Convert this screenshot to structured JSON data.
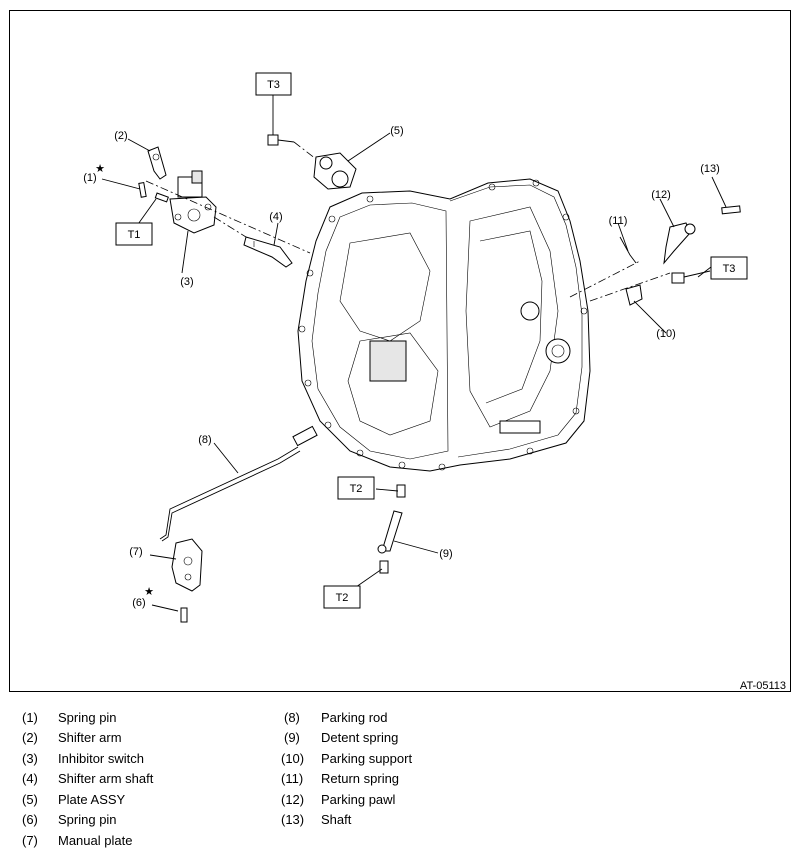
{
  "figure_id": "AT-05113",
  "callouts": {
    "c1": "(1)",
    "c2": "(2)",
    "c3": "(3)",
    "c4": "(4)",
    "c5": "(5)",
    "c6": "(6)",
    "c7": "(7)",
    "c8": "(8)",
    "c9": "(9)",
    "c10": "(10)",
    "c11": "(11)",
    "c12": "(12)",
    "c13": "(13)"
  },
  "torque_labels": {
    "t1": "T1",
    "t2_upper": "T2",
    "t2_lower": "T2",
    "t3_top": "T3",
    "t3_right": "T3"
  },
  "star_symbol": "★",
  "legend": {
    "left": [
      {
        "num": "(1)",
        "name": "Spring pin"
      },
      {
        "num": "(2)",
        "name": "Shifter arm"
      },
      {
        "num": "(3)",
        "name": "Inhibitor switch"
      },
      {
        "num": "(4)",
        "name": "Shifter arm shaft"
      },
      {
        "num": "(5)",
        "name": "Plate ASSY"
      },
      {
        "num": "(6)",
        "name": "Spring pin"
      },
      {
        "num": "(7)",
        "name": "Manual plate"
      }
    ],
    "right": [
      {
        "num": "(8)",
        "name": "Parking rod"
      },
      {
        "num": "(9)",
        "name": "Detent spring"
      },
      {
        "num": "(10)",
        "name": "Parking support"
      },
      {
        "num": "(11)",
        "name": "Return spring"
      },
      {
        "num": "(12)",
        "name": "Parking pawl"
      },
      {
        "num": "(13)",
        "name": "Shaft"
      }
    ]
  }
}
